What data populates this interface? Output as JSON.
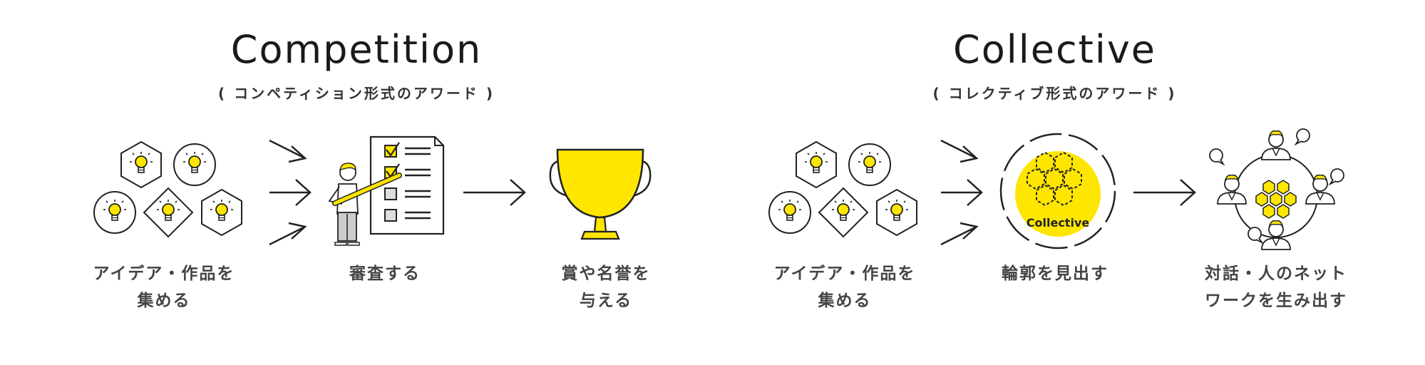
{
  "competition": {
    "title": "Competition",
    "subtitle": "( コンペティション形式のアワード )",
    "steps": [
      {
        "line1": "アイデア・作品を",
        "line2": "集める"
      },
      {
        "line1": "審査する",
        "line2": ""
      },
      {
        "line1": "賞や名誉を",
        "line2": "与える"
      }
    ]
  },
  "collective": {
    "title": "Collective",
    "subtitle": "( コレクティブ形式のアワード )",
    "badge": "Collective",
    "steps": [
      {
        "line1": "アイデア・作品を",
        "line2": "集める"
      },
      {
        "line1": "輪郭を見出す",
        "line2": ""
      },
      {
        "line1": "対話・人のネット",
        "line2": "ワークを生み出す"
      }
    ]
  },
  "colors": {
    "accent": "#ffe600",
    "ink": "#222222",
    "text": "#444444"
  }
}
